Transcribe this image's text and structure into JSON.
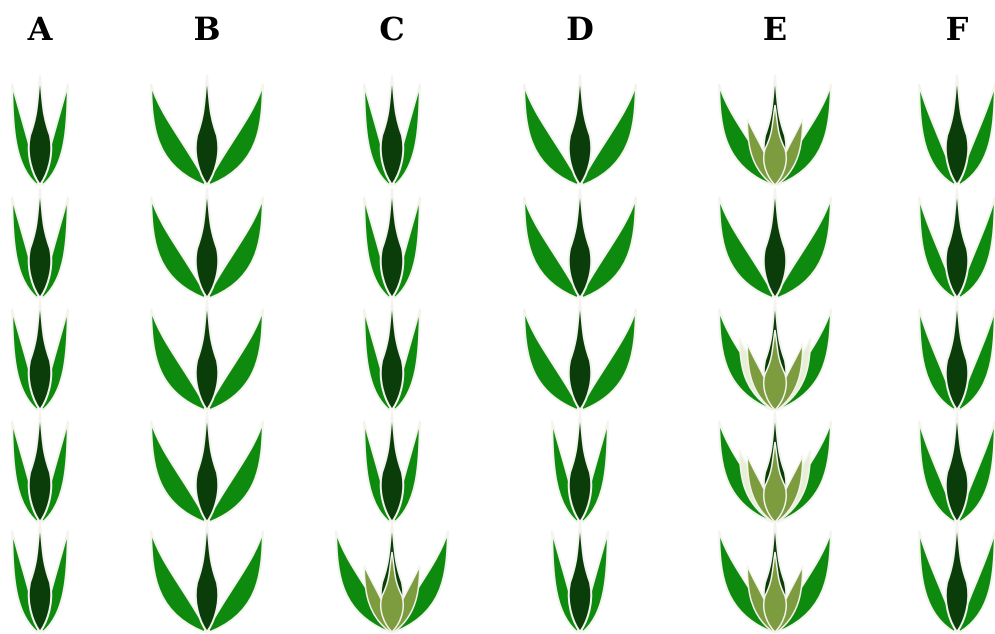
{
  "colors": {
    "center_leaf": "#0b3d0b",
    "side_leaf": "#0e8a0e",
    "olive_leaf": "#7d9b3f",
    "pale_leaf": "#e7f0d4",
    "outline": "#f4f4ee",
    "label": "#000000"
  },
  "columns": [
    {
      "label": "A",
      "units": [
        {
          "type": "narrow",
          "style": "normal"
        },
        {
          "type": "narrow",
          "style": "normal"
        },
        {
          "type": "narrow",
          "style": "normal"
        },
        {
          "type": "narrow",
          "style": "normal"
        },
        {
          "type": "narrow",
          "style": "normal"
        }
      ]
    },
    {
      "label": "B",
      "units": [
        {
          "type": "wide",
          "style": "normal"
        },
        {
          "type": "wide",
          "style": "normal"
        },
        {
          "type": "wide",
          "style": "normal"
        },
        {
          "type": "wide",
          "style": "normal"
        },
        {
          "type": "wide",
          "style": "normal"
        }
      ]
    },
    {
      "label": "C",
      "units": [
        {
          "type": "narrow",
          "style": "normal"
        },
        {
          "type": "narrow",
          "style": "normal"
        },
        {
          "type": "narrow",
          "style": "normal"
        },
        {
          "type": "narrow",
          "style": "normal"
        },
        {
          "type": "wide",
          "style": "olive"
        }
      ]
    },
    {
      "label": "D",
      "units": [
        {
          "type": "wide",
          "style": "normal"
        },
        {
          "type": "wide",
          "style": "normal"
        },
        {
          "type": "wide",
          "style": "normal"
        },
        {
          "type": "narrow",
          "style": "normal"
        },
        {
          "type": "narrow",
          "style": "normal"
        }
      ]
    },
    {
      "label": "E",
      "units": [
        {
          "type": "wide",
          "style": "olive"
        },
        {
          "type": "wide",
          "style": "normal"
        },
        {
          "type": "wide",
          "style": "pale"
        },
        {
          "type": "wide",
          "style": "pale"
        },
        {
          "type": "wide",
          "style": "olive"
        }
      ]
    },
    {
      "label": "F",
      "units": [
        {
          "type": "medium",
          "style": "normal"
        },
        {
          "type": "medium",
          "style": "normal"
        },
        {
          "type": "medium",
          "style": "normal"
        },
        {
          "type": "medium",
          "style": "normal"
        },
        {
          "type": "medium",
          "style": "normal"
        }
      ]
    }
  ]
}
